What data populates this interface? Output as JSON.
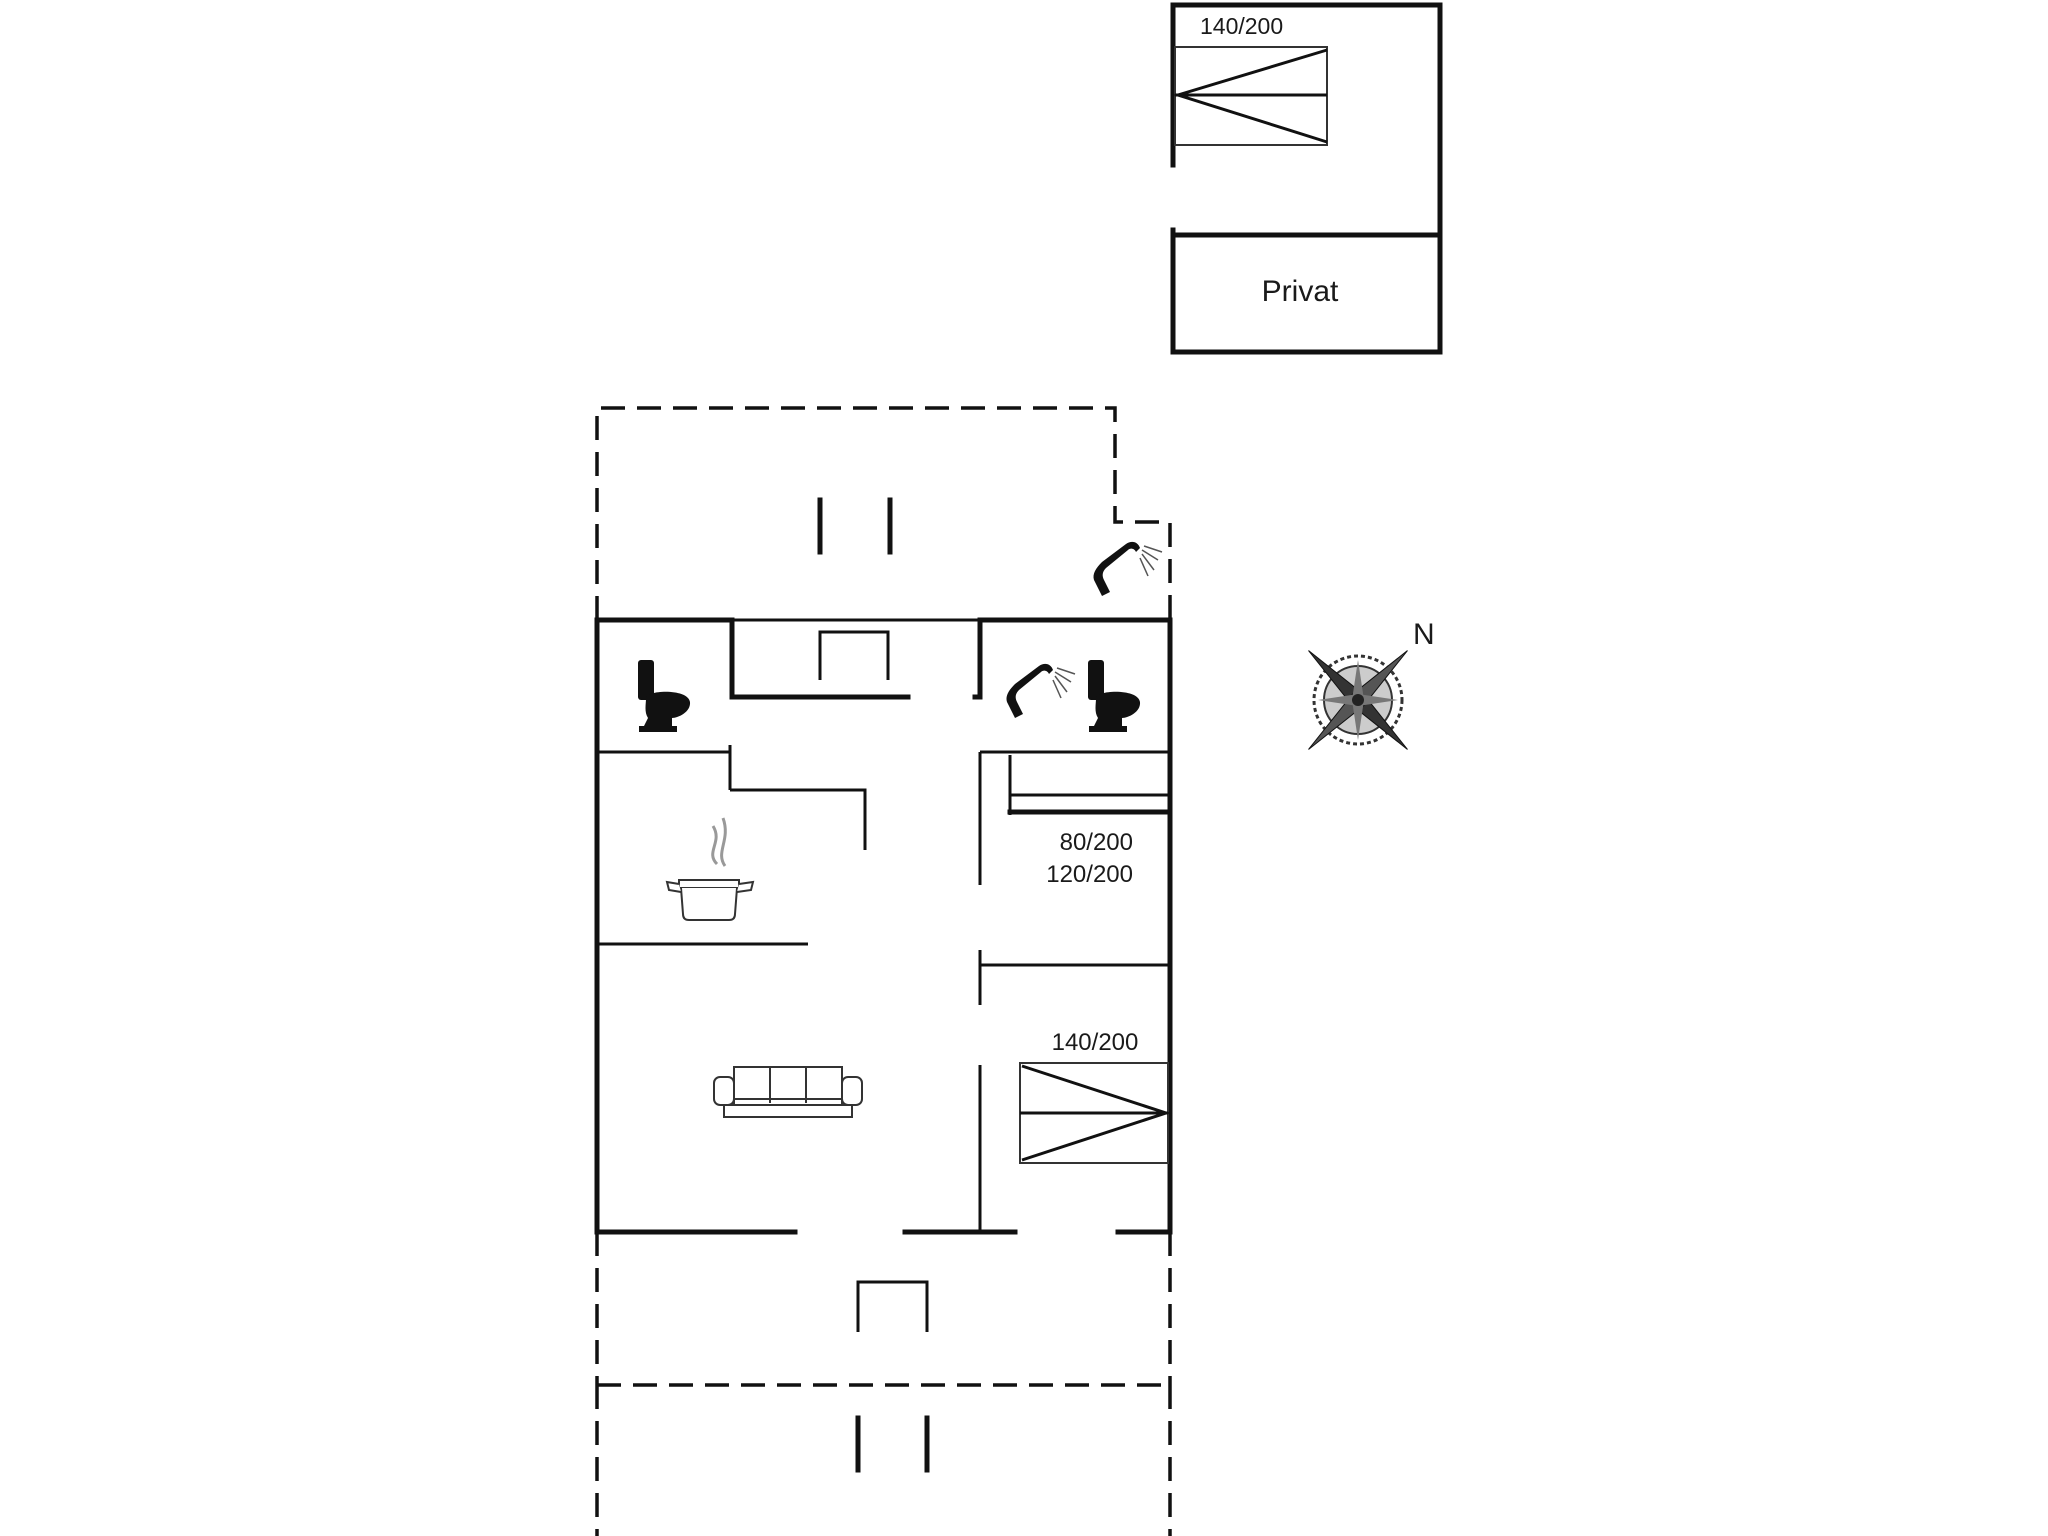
{
  "floorplan": {
    "labels": {
      "annex_bed": "140/200",
      "annex_room": "Privat",
      "bunk_bed_top": "80/200",
      "bunk_bed_bottom": "120/200",
      "double_bed": "140/200",
      "north": "N"
    },
    "icons": [
      "toilet-icon",
      "shower-icon",
      "kitchen-pot-icon",
      "sofa-icon",
      "compass-icon"
    ]
  }
}
